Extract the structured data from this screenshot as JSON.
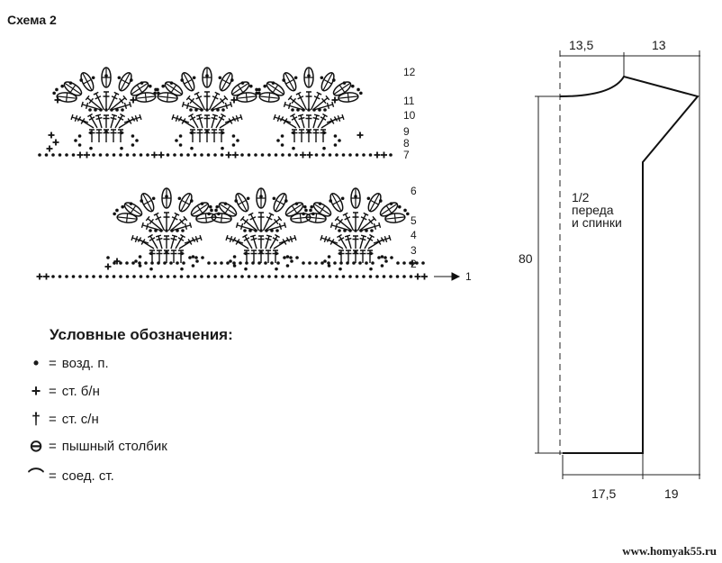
{
  "scheme": {
    "title": "Схема 2",
    "row_numbers": [
      "1",
      "2",
      "3",
      "4",
      "5",
      "6",
      "7",
      "8",
      "9",
      "10",
      "11",
      "12"
    ]
  },
  "legend": {
    "title": "Условные обозначения:",
    "equals": "=",
    "items": [
      {
        "symbol": "•",
        "icon": "chain-stitch-icon",
        "label": "возд. п."
      },
      {
        "symbol": "+",
        "icon": "single-crochet-icon",
        "label": "ст. б/н"
      },
      {
        "symbol": "†",
        "icon": "double-crochet-icon",
        "label": "ст. с/н"
      },
      {
        "symbol": "⊖",
        "icon": "puff-stitch-icon",
        "label": "пышный столбик"
      },
      {
        "symbol": "⌒",
        "icon": "slip-stitch-icon",
        "label": "соед. ст."
      }
    ]
  },
  "pattern": {
    "piece_label_1": "1/2",
    "piece_label_2": "переда",
    "piece_label_3": "и спинки",
    "dims": {
      "top_left": "13,5",
      "top_right": "13",
      "height": "80",
      "bottom_left": "17,5",
      "bottom_right": "19"
    }
  },
  "watermark": "www.homyak55.ru"
}
